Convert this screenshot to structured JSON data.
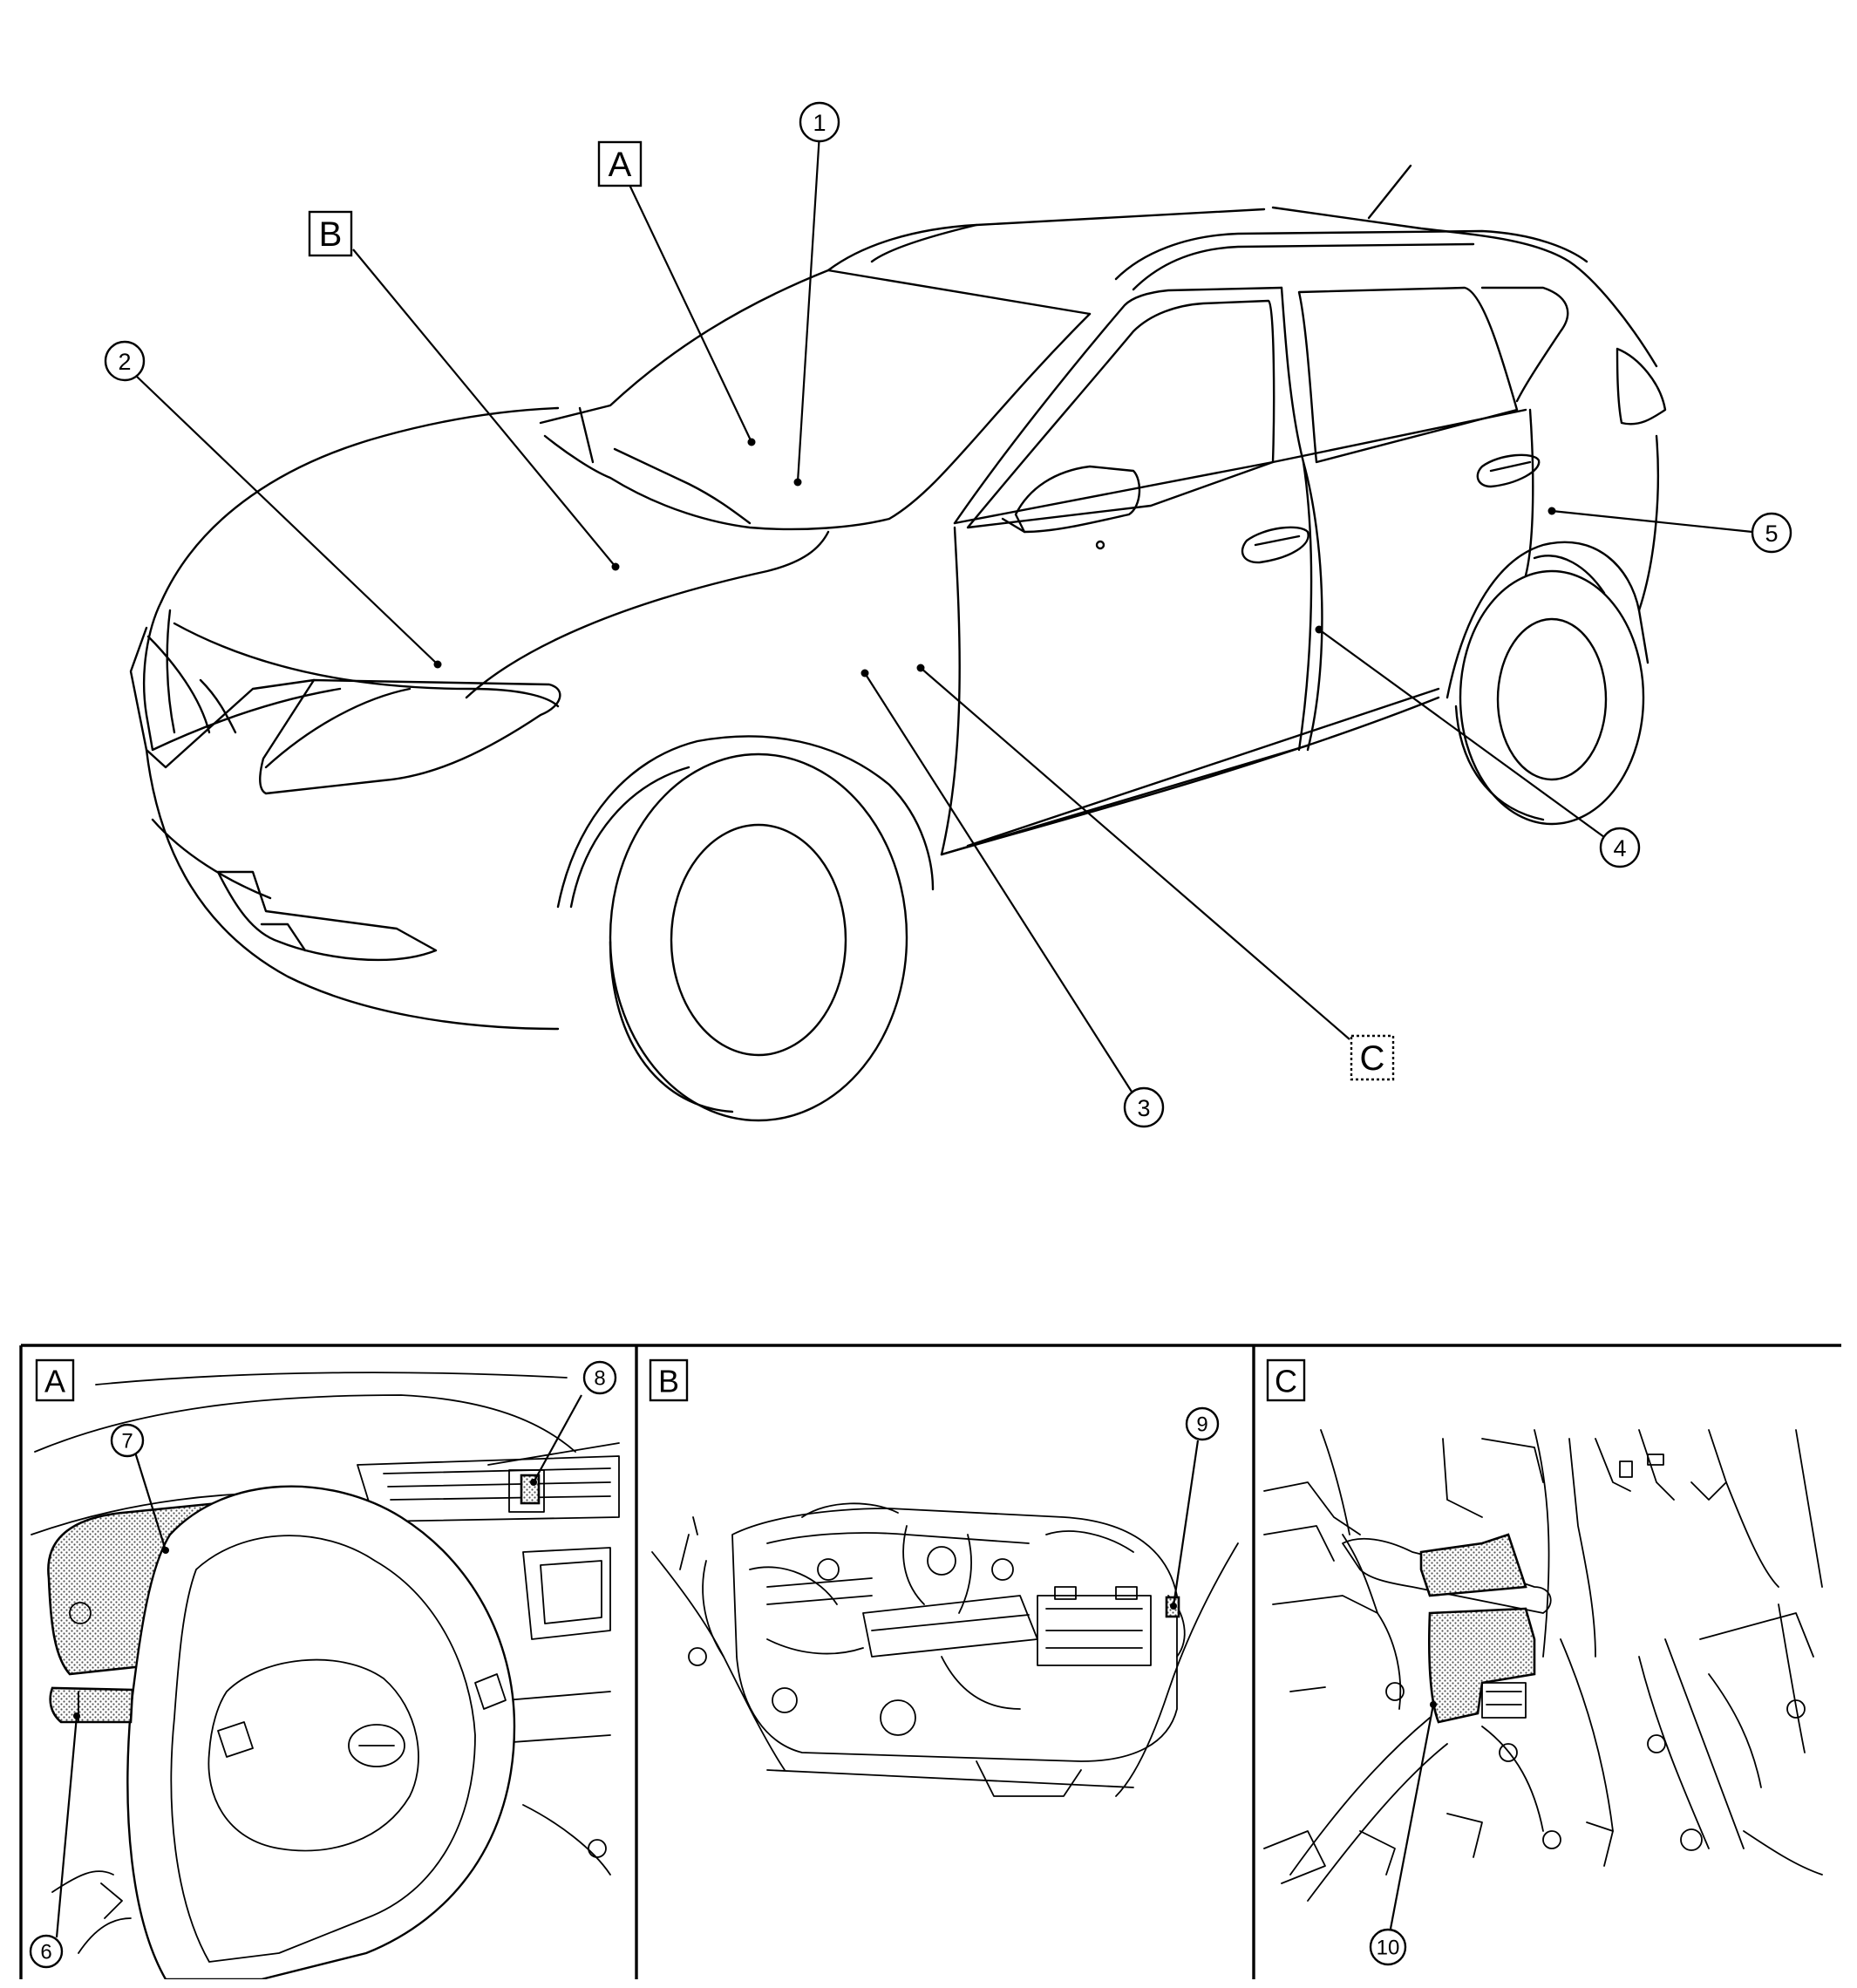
{
  "view_labels": {
    "A": "A",
    "B": "B",
    "C": "C"
  },
  "callouts": [
    "1",
    "2",
    "3",
    "4",
    "5",
    "6",
    "7",
    "8",
    "9",
    "10"
  ],
  "panels": [
    {
      "label": "A"
    },
    {
      "label": "B"
    },
    {
      "label": "C"
    }
  ],
  "colors": {
    "line": "#000000",
    "background": "#ffffff",
    "shading": "#8a8a8a"
  }
}
